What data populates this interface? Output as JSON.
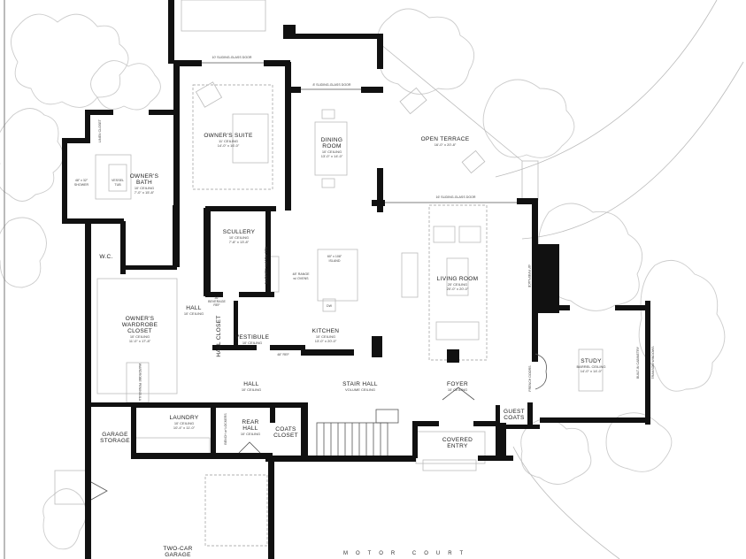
{
  "plan": {
    "doors": {
      "suite_door": "10' SLIDING-GLASS DOOR",
      "dining_door": "8' SLIDING-GLASS DOOR",
      "living_door": "16' SLIDING-GLASS DOOR"
    },
    "rooms": {
      "owners_suite": {
        "name": "OWNER'S SUITE",
        "ceiling": "11' CEILING",
        "size": "14'-0\" x 16'-0\""
      },
      "dining": {
        "name1": "DINING",
        "name2": "ROOM",
        "ceiling": "10' CEILING",
        "size": "13'-0\" x 14'-0\""
      },
      "terrace": {
        "name": "OPEN TERRACE",
        "size": "16'-0\" x 20'-8\""
      },
      "owners_bath": {
        "name1": "OWNER'S",
        "name2": "BATH",
        "ceiling": "10' CEILING",
        "size": "7'-0\" x 15'-8\""
      },
      "shower": {
        "name": "48\" x 32\"",
        "sub": "SHOWER"
      },
      "tub": {
        "name": "VESSEL",
        "sub": "TUB"
      },
      "linen": "LINEN CLOSET",
      "wc": "W.C.",
      "scullery": {
        "name": "SCULLERY",
        "ceiling": "10' CEILING",
        "size": "7'-8\" x 13'-8\""
      },
      "pantry": "TALL PANTRY CABINETS",
      "range": {
        "line1": "48\" RANGE",
        "line2": "w/ OVENS"
      },
      "island": {
        "line1": "60\" x 108\"",
        "line2": "ISLAND"
      },
      "dw": "DW",
      "kitchen": {
        "name": "KITCHEN",
        "ceiling": "10' CEILING",
        "size": "13'-0\" x 20'-0\""
      },
      "living": {
        "name": "LIVING ROOM",
        "ceiling": "20' CEILING",
        "size": "20'-0\" x 20'-0\""
      },
      "fireplace": "48\" FIREPLACE",
      "study": {
        "name": "STUDY",
        "ceiling": "BARREL CEILING",
        "size": "14'-0\" x 14'-0\""
      },
      "built_in": "BUILT-IN CABINETRY",
      "transom": "TRANSOM WINDOWS",
      "french_doors": "FRENCH DOORS",
      "foyer": {
        "name": "FOYER",
        "ceiling": "10' CEILING"
      },
      "stair_hall": {
        "name": "STAIR HALL",
        "ceiling": "VOLUME CEILING"
      },
      "hall_main": {
        "name": "HALL",
        "ceiling": "10' CEILING"
      },
      "hall_side": {
        "name": "HALL",
        "ceiling": "10' CEILING"
      },
      "hall_closet": "HALL CLOSET",
      "vestibule": {
        "name": "VESTIBULE",
        "ceiling": "10' CEILING"
      },
      "ref48": "48\" REF",
      "bev_ref": {
        "line1": "36\"",
        "line2": "BEVERAGE",
        "line3": "REF"
      },
      "wardrobe": {
        "name1": "OWNER'S",
        "name2": "WARDROBE",
        "name3": "CLOSET",
        "ceiling": "10' CEILING",
        "size": "11'-0\" x 17'-8\""
      },
      "wardrobe_peninsula": "WARDROBE PENINSULA",
      "laundry": {
        "name": "LAUNDRY",
        "ceiling": "10' CEILING",
        "size": "10'-4\" x 11'-0\""
      },
      "garage_storage": {
        "name1": "GARAGE",
        "name2": "STORAGE"
      },
      "rear_hall": {
        "name1": "REAR",
        "name2": "HALL",
        "ceiling": "10' CEILING"
      },
      "bench": "BENCH w/ LOCKERS",
      "coats_closet": {
        "name1": "COATS",
        "name2": "CLOSET"
      },
      "guest_coats": {
        "name1": "GUEST",
        "name2": "COATS"
      },
      "covered_entry": {
        "name1": "COVERED",
        "name2": "ENTRY"
      },
      "garage": {
        "name1": "TWO-CAR",
        "name2": "GARAGE"
      },
      "motor_court": "MOTOR COURT"
    }
  }
}
